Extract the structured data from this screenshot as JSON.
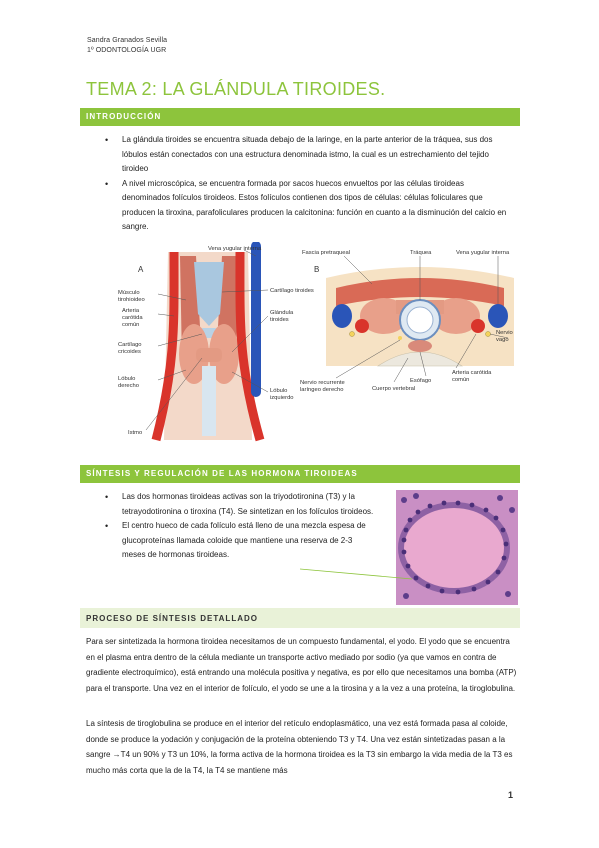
{
  "header": {
    "author": "Sandra Granados Sevilla",
    "course": "1º ODONTOLOGÍA UGR"
  },
  "title": "TEMA 2: LA GLÁNDULA TIROIDES.",
  "sections": {
    "intro": {
      "heading": "INTRODUCCIÓN",
      "bullets": [
        "La glándula tiroides se encuentra situada debajo de la laringe, en la parte anterior de la tráquea, sus dos lóbulos están conectados con una estructura denominada istmo, la cual es un estrechamiento del tejido tiroideo",
        "A nivel microscópica, se encuentra formada por sacos huecos envueltos por las células tiroideas denominados folículos tiroideos. Estos folículos contienen dos tipos de células: células foliculares que producen la tiroxina, parafoliculares producen la calcitonina: función en cuanto a la disminución del calcio en sangre."
      ]
    },
    "synthesis": {
      "heading": "SÍNTESIS Y REGULACIÓN DE LAS HORMONA TIROIDEAS",
      "bullets": [
        "Las dos hormonas tiroideas activas son la triyodotironina (T3) y la tetrayodotironina o tiroxina (T4). Se sintetizan en los folículos tiroideos.",
        "El centro hueco de cada folículo está lleno de una mezcla espesa de glucoproteínas llamada coloide que mantiene una reserva de 2-3 meses de hormonas tiroideas."
      ]
    },
    "process": {
      "heading": "PROCESO DE SÍNTESIS DETALLADO",
      "paragraphs": [
        "Para ser sintetizada la hormona tiroidea necesitamos de un compuesto fundamental, el yodo. El yodo que se encuentra en el plasma entra dentro de la célula mediante un transporte activo mediado por sodio (ya que vamos en contra de gradiente electroquímico), está entrando una molécula positiva y negativa, es por ello que necesitamos una bomba (ATP) para el transporte. Una vez en el interior de folículo, el yodo se une a la tirosina y a la vez a una proteína, la tiroglobulina.",
        "La síntesis de tiroglobulina se produce en el interior del retículo endoplasmático, una vez está formada pasa al coloide, donde se produce la yodación y conjugación de la proteína obteniendo T3 y T4. Una vez están sintetizadas pasan a la sangre →T4 un 90% y T3 un 10%, la forma activa de la hormona tiroidea es la T3 sin embargo la vida media de la T3 es mucho más corta que la de la T4, la T4 se mantiene más"
      ]
    }
  },
  "figure": {
    "panel_a": {
      "letter": "A",
      "labels": {
        "vena": "Vena yugular interna",
        "musculo": [
          "Músculo",
          "tirohioideo"
        ],
        "arteria": [
          "Arteria",
          "carótida",
          "común"
        ],
        "cartilago_tiroides": "Cartílago tiroides",
        "cartilagos_cricoides": [
          "Cartílago",
          "cricoides"
        ],
        "glandula": [
          "Glándula",
          "tiroides"
        ],
        "lobulo_derecho": [
          "Lóbulo",
          "derecho"
        ],
        "lobulo_izquierdo": [
          "Lóbulo",
          "izquierdo"
        ],
        "istmo": "Istmo"
      }
    },
    "panel_b": {
      "letter": "B",
      "labels": {
        "fascia": "Fascia pretraqueal",
        "traquea": "Tráquea",
        "vena": "Vena yugular interna",
        "nervio_vago": [
          "Nervio",
          "vago"
        ],
        "nervio_recurrente": [
          "Nervio recurrente",
          "laríngeo derecho"
        ],
        "esofago": "Esófago",
        "cuerpo_vertebral": "Cuerpo vertebral",
        "arteria": [
          "Arteria carótida",
          "común"
        ]
      }
    }
  },
  "page_number": "1",
  "colors": {
    "accent": "#8dc43c",
    "sub_bar": "#e9f2d8",
    "artery": "#d9342b",
    "vein": "#2a55b8",
    "thyroid": "#e8a08a",
    "histology_bg": "#e9a9cf"
  }
}
